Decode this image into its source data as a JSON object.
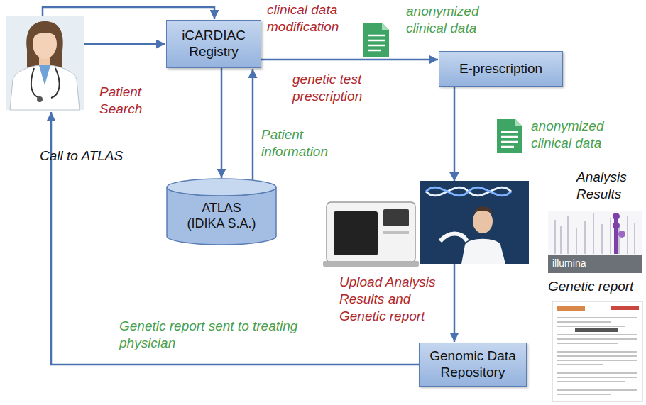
{
  "diagram": {
    "nodes": [
      {
        "text": [
          "iCARDIAC Registry"
        ]
      },
      {
        "text": [
          "E-prescription"
        ]
      },
      {
        "text": [
          "ATLAS",
          "(IDIKA S.A.)"
        ]
      },
      {
        "text": [
          "Genomic Data Repository"
        ]
      }
    ],
    "edges": [
      {
        "from": 0,
        "to": 1,
        "label": "genetic test prescription",
        "arrow": "to"
      },
      {
        "from": 0,
        "to": 2,
        "label": "Call to ATLAS",
        "arrow": "to"
      },
      {
        "from": 2,
        "to": 0,
        "label": "Patient information",
        "arrow": "to"
      },
      {
        "from": 1,
        "to": 3,
        "label": "Upload Analysis Results and Genetic report",
        "arrow": "to"
      }
    ],
    "labels": [
      "clinical data modification",
      "Patient Search",
      "anonymized clinical data",
      "anonymized clinical data",
      "Analysis Results",
      "Genetic report",
      "illumina",
      "Genetic report sent to treating physician"
    ]
  }
}
